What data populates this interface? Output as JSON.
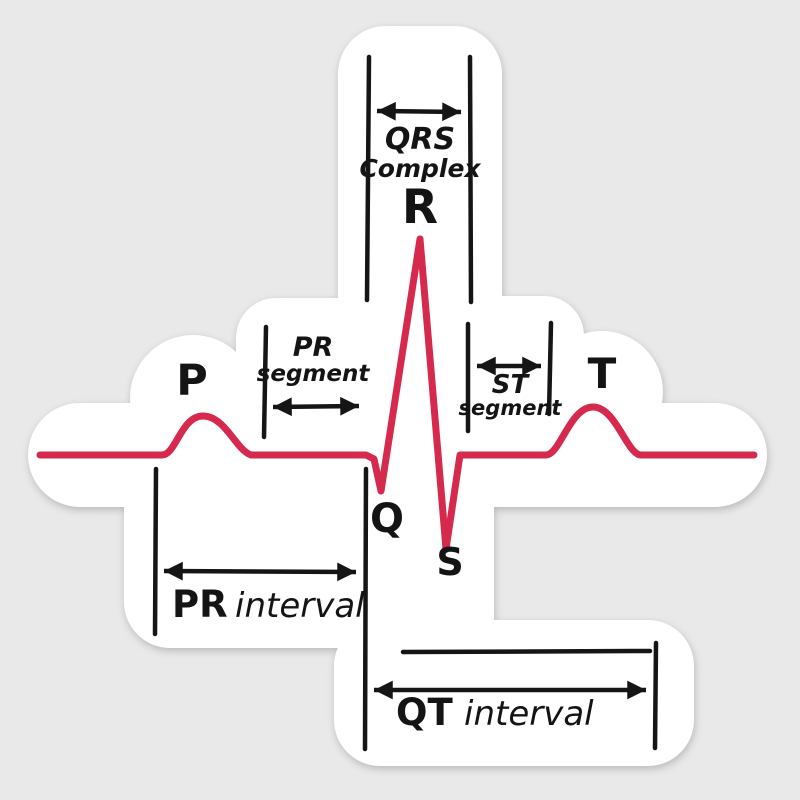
{
  "colors": {
    "background": "#e9e9e9",
    "sticker": "#ffffff",
    "trace": "#d5294d",
    "ink": "#151515"
  },
  "waves": {
    "p": "P",
    "q": "Q",
    "r": "R",
    "s": "S",
    "t": "T"
  },
  "annotations": {
    "qrs_complex": {
      "line1": "QRS",
      "line2": "Complex"
    },
    "pr_segment": {
      "line1": "PR",
      "line2": "segment"
    },
    "st_segment": {
      "line1": "ST",
      "line2": "segment"
    },
    "pr_interval": {
      "abbr": "PR",
      "word": "interval"
    },
    "qt_interval": {
      "abbr": "QT",
      "word": "interval"
    }
  }
}
